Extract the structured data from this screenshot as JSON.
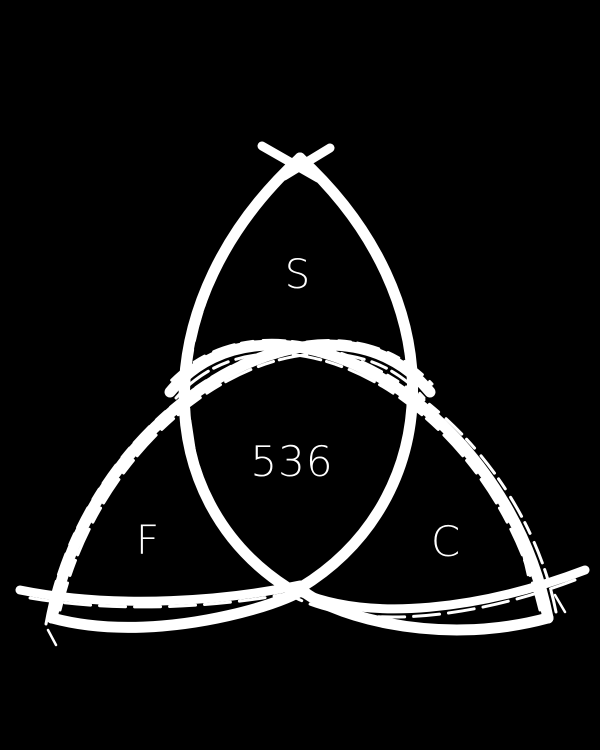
{
  "labels": {
    "top": "S",
    "left": "F",
    "right": "C",
    "center": "536"
  },
  "colors": {
    "background": "#000000",
    "stroke": "#ffffff"
  }
}
